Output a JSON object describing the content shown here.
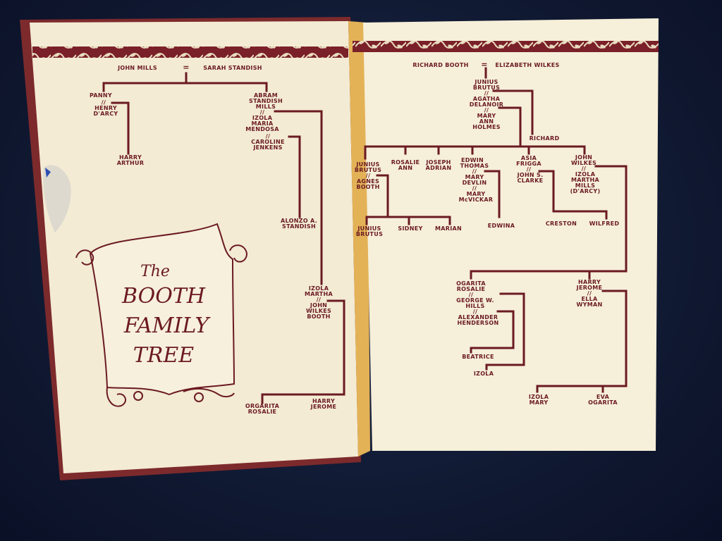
{
  "title": {
    "the": "The",
    "line1": "BOOTH",
    "line2": "FAMILY",
    "line3": "TREE"
  },
  "left": {
    "john_mills": "JOHN MILLS",
    "eq1": "=",
    "sarah": "SARAH STANDISH",
    "panny": "PANNY",
    "m1": "//",
    "henry1": "HENRY",
    "henry2": "D'ARCY",
    "harry1": "HARRY",
    "harry2": "ARTHUR",
    "abram1": "ABRAM",
    "abram2": "STANDISH",
    "abram3": "MILLS",
    "m2": "//",
    "izola1": "IZOLA",
    "izola2": "MARIA",
    "izola3": "MENDOSA",
    "m3": "//",
    "caroline1": "CAROLINE",
    "caroline2": "JENKENS",
    "alonzo1": "ALONZO A.",
    "alonzo2": "STANDISH",
    "im1": "IZOLA",
    "im2": "MARTHA",
    "m4": "//",
    "jwb1": "JOHN",
    "jwb2": "WILKES",
    "jwb3": "BOOTH",
    "og1": "ORGARITA",
    "og2": "ROSALIE",
    "hj1": "HARRY",
    "hj2": "JEROME"
  },
  "right": {
    "richard_booth": "RICHARD BOOTH",
    "eq": "=",
    "elizabeth": "ELIZABETH WILKES",
    "jb1": "JUNIUS",
    "jb2": "BRUTUS",
    "m1": "//",
    "agatha1": "AGATHA",
    "agatha2": "DELANOIR",
    "m2": "//",
    "mary1": "MARY",
    "mary2": "ANN",
    "mary3": "HOLMES",
    "richard": "RICHARD",
    "jb3": "JUNIUS",
    "jb4": "BRUTUS",
    "m3": "//",
    "agnes1": "AGNES",
    "agnes2": "BOOTH",
    "rosalie1": "ROSALIE",
    "rosalie2": "ANN",
    "joseph1": "JOSEPH",
    "joseph2": "ADRIAN",
    "edwin1": "EDWIN",
    "edwin2": "THOMAS",
    "m4": "//",
    "md1": "MARY",
    "md2": "DEVLIN",
    "m5": "//",
    "mm1": "MARY",
    "mm2": "McVICKAR",
    "asia1": "ASIA",
    "asia2": "FRIGGA",
    "m6": "//",
    "jsc1": "JOHN S.",
    "jsc2": "CLARKE",
    "jw1": "JOHN",
    "jw2": "WILKES",
    "m7": "//",
    "imm1": "IZOLA",
    "imm2": "MARTHA",
    "imm3": "MILLS",
    "imm4": "(D'ARCY)",
    "jbc1": "JUNIUS",
    "jbc2": "BRUTUS",
    "sidney": "SIDNEY",
    "marian": "MARIAN",
    "edwina": "EDWINA",
    "creston": "CRESTON",
    "wilfred": "WILFRED",
    "ogr1": "OGARITA",
    "ogr2": "ROSALIE",
    "m8": "//",
    "gwh1": "GEORGE W.",
    "gwh2": "HILLS",
    "m9": "//",
    "ah1": "ALEXANDER",
    "ah2": "HENDERSON",
    "beatrice": "BEATRICE",
    "izola": "IZOLA",
    "hjr1": "HARRY",
    "hjr2": "JEROME",
    "m10": "//",
    "ew1": "ELLA",
    "ew2": "WYMAN",
    "izm1": "IZOLA",
    "izm2": "MARY",
    "eva1": "EVA",
    "eva2": "OGARITA"
  }
}
